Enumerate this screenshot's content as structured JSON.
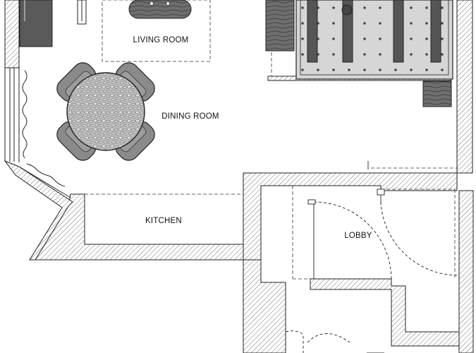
{
  "rooms": {
    "living_room": "LIVING ROOM",
    "dining_room": "DINING ROOM",
    "kitchen": "KITCHEN",
    "lobby": "LOBBY"
  },
  "colors": {
    "wall_outline": "#222222",
    "wall_hatch": "#555555",
    "furniture_gray": "#8a8a8a",
    "furniture_dark": "#5a5a5a",
    "floor_light": "#d8d8d8",
    "background": "#ffffff"
  },
  "icons": {
    "dining_table": "round-table-icon",
    "dining_chair": "armchair-icon",
    "bed": "bed-icon",
    "desk": "desk-icon",
    "coffee_table": "coffee-table-icon",
    "toilet": "toilet-icon"
  }
}
